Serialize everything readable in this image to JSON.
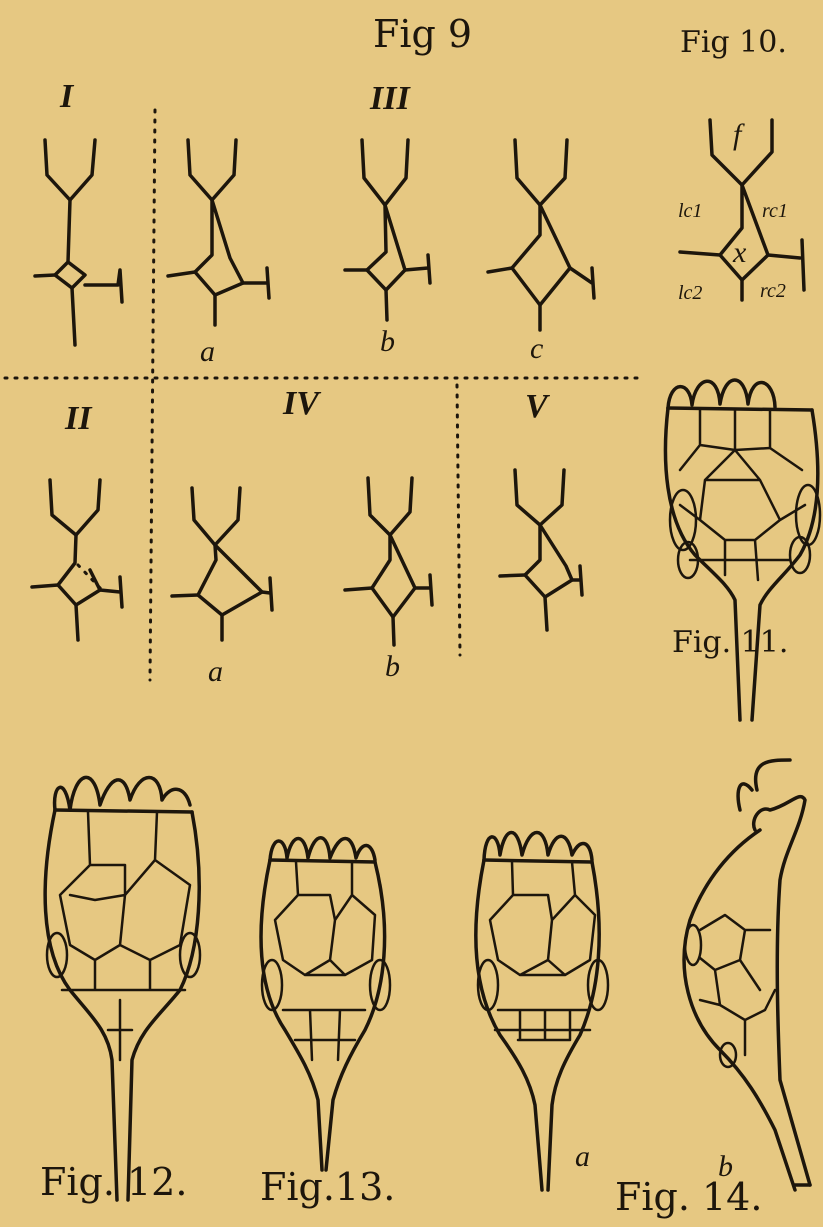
{
  "labels": {
    "fig9": "Fig 9",
    "fig10": "Fig 10.",
    "fig11": "Fig. 11.",
    "fig12": "Fig. 12.",
    "fig13": "Fig.13.",
    "fig14": "Fig. 14.",
    "roman_I": "I",
    "roman_II": "II",
    "roman_III": "III",
    "roman_IV": "IV",
    "roman_V": "V",
    "iii_a": "a",
    "iii_b": "b",
    "iii_c": "c",
    "iv_a": "a",
    "iv_b": "b",
    "fig14_a": "a",
    "fig14_b": "b",
    "fig10_f": "f",
    "fig10_x": "x",
    "fig10_lc1": "lc1",
    "fig10_rc1": "rc1",
    "fig10_lc2": "lc2",
    "fig10_rc2": "rc2"
  },
  "colors": {
    "paper": "#e6c882",
    "ink": "#1d160c"
  }
}
